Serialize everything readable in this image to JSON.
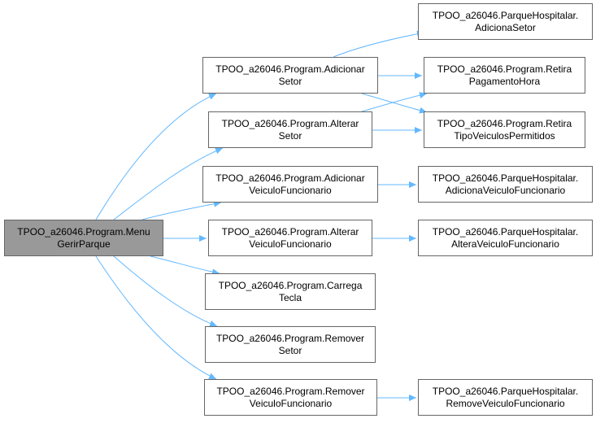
{
  "diagram": {
    "nodes": [
      {
        "id": "root",
        "lines": [
          "TPOO_a26046.Program.Menu",
          "GerirParque"
        ],
        "highlight": true
      },
      {
        "id": "adicionar_setor",
        "lines": [
          "TPOO_a26046.Program.Adicionar",
          "Setor"
        ]
      },
      {
        "id": "alterar_setor",
        "lines": [
          "TPOO_a26046.Program.Alterar",
          "Setor"
        ]
      },
      {
        "id": "adicionar_veiculo_func",
        "lines": [
          "TPOO_a26046.Program.Adicionar",
          "VeiculoFuncionario"
        ]
      },
      {
        "id": "alterar_veiculo_func",
        "lines": [
          "TPOO_a26046.Program.Alterar",
          "VeiculoFuncionario"
        ]
      },
      {
        "id": "carrega_tecla",
        "lines": [
          "TPOO_a26046.Program.Carrega",
          "Tecla"
        ]
      },
      {
        "id": "remover_setor",
        "lines": [
          "TPOO_a26046.Program.Remover",
          "Setor"
        ]
      },
      {
        "id": "remover_veiculo_func",
        "lines": [
          "TPOO_a26046.Program.Remover",
          "VeiculoFuncionario"
        ]
      },
      {
        "id": "ph_adiciona_setor",
        "lines": [
          "TPOO_a26046.ParqueHospitalar.",
          "AdicionaSetor"
        ]
      },
      {
        "id": "retira_pagamento_hora",
        "lines": [
          "TPOO_a26046.Program.Retira",
          "PagamentoHora"
        ]
      },
      {
        "id": "retira_tipo_veiculos",
        "lines": [
          "TPOO_a26046.Program.Retira",
          "TipoVeiculosPermitidos"
        ]
      },
      {
        "id": "ph_adiciona_veiculo_func",
        "lines": [
          "TPOO_a26046.ParqueHospitalar.",
          "AdicionaVeiculoFuncionario"
        ]
      },
      {
        "id": "ph_altera_veiculo_func",
        "lines": [
          "TPOO_a26046.ParqueHospitalar.",
          "AlteraVeiculoFuncionario"
        ]
      },
      {
        "id": "ph_remove_veiculo_func",
        "lines": [
          "TPOO_a26046.ParqueHospitalar.",
          "RemoveVeiculoFuncionario"
        ]
      }
    ],
    "edges": [
      [
        "root",
        "adicionar_setor"
      ],
      [
        "root",
        "alterar_setor"
      ],
      [
        "root",
        "adicionar_veiculo_func"
      ],
      [
        "root",
        "alterar_veiculo_func"
      ],
      [
        "root",
        "carrega_tecla"
      ],
      [
        "root",
        "remover_setor"
      ],
      [
        "root",
        "remover_veiculo_func"
      ],
      [
        "adicionar_setor",
        "ph_adiciona_setor"
      ],
      [
        "adicionar_setor",
        "retira_pagamento_hora"
      ],
      [
        "adicionar_setor",
        "retira_tipo_veiculos"
      ],
      [
        "alterar_setor",
        "retira_pagamento_hora"
      ],
      [
        "alterar_setor",
        "retira_tipo_veiculos"
      ],
      [
        "adicionar_veiculo_func",
        "ph_adiciona_veiculo_func"
      ],
      [
        "alterar_veiculo_func",
        "ph_altera_veiculo_func"
      ],
      [
        "remover_veiculo_func",
        "ph_remove_veiculo_func"
      ]
    ],
    "colors": {
      "edge": "#63b8ff",
      "node_border": "#666666",
      "node_fill": "#ffffff",
      "root_fill": "#999999",
      "text": "#000000"
    }
  }
}
